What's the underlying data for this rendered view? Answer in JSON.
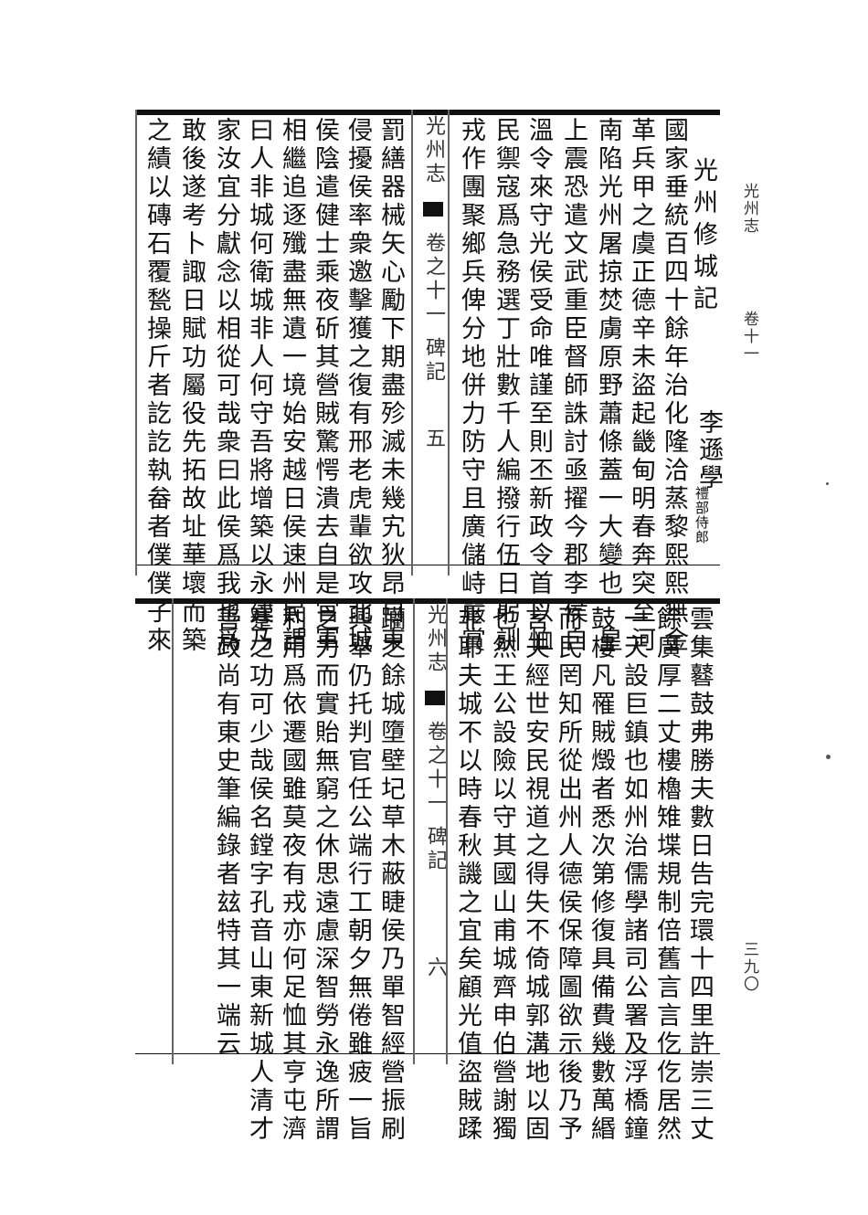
{
  "margin": {
    "book_title": "光州志",
    "volume": "卷十一",
    "page_number": "三九〇"
  },
  "top_half": {
    "title": "光州修城記",
    "author": "李遜學",
    "author_note": "禮部侍郎",
    "columns": [
      "國家垂統百四十餘年治化隆洽蒸黎熙熙無金",
      "革兵甲之虞正德辛未盜起畿甸明春奔突至河",
      "南陷光州屠掠焚虜原野蕭條蓋一大變也　皇",
      "上震恐遣文武重臣督師誅討亟擢今郡李侯自",
      "溫令來守光侯受命唯謹至則丕新政令首以恤",
      "民禦寇爲急務選丁壯數千人編撥行伍日躬訓",
      "戎作團聚鄉兵俾分地併力防守且廣儲峙嚴賞"
    ],
    "center_band": {
      "book": "光州志",
      "juan": "卷之十一",
      "section": "碑記",
      "leaf": "五"
    },
    "columns_left": [
      "罰繕器械矢心勵下期盡殄滅未幾宄狄昂自東",
      "侵擾侯率衆邀擊獲之復有邢老虎輩欲攻北城",
      "侯陰遣健士乘夜斫其營賊驚愕潰去自是官軍",
      "相繼追逐殲盡無遺一境始安越日侯速州民謂",
      "曰人非城何衛城非人何守吾將增築以永建乃",
      "家汝宜分獻念以相從可哉衆曰此侯爲我也爲",
      "敢後遂考卜諏日賦功屬役先拓故址華壞而築",
      "之績以磚石覆甃操斤者訖訖執畚者僕僕子來"
    ]
  },
  "bottom_half": {
    "columns": [
      "雲集鼛鼓弗勝夫數日告完環十四里許崇三丈",
      "餘廣厚二丈樓櫓雉堞規制倍舊言言仡仡居然",
      "一天設巨鎮也如州治儒學諸司公署及浮橋鐘",
      "鼓樓凡罹賊燬者悉次第修復具備費幾數萬緡",
      "而民罔知所從出州人德侯保障圖欲示後乃予",
      "言夫經世安民視道之得失不倚城郭溝地以固",
      "也然王公設險以守其國山甫城齊申伯營謝獨",
      "非耶夫城不以時春秋譏之宜矣顧光值盜賊蹂"
    ],
    "center_band": {
      "book": "光州志",
      "juan": "卷之十一",
      "section": "碑記",
      "leaf": "六"
    },
    "columns_left": [
      "躪之餘城墮壁圮草木蔽睫侯乃單智經營振刷",
      "興舉仍托判官任公端行工朝夕無倦雖疲一旨",
      "之力而實貽無窮之休思遠慮深智勞永逸所謂",
      "利用爲依遷國雖莫夜有戎亦何足恤其亨屯濟",
      "蹇之功可少哉侯名鏜字孔音山東新城人清才",
      "善政尚有東史筆編錄者玆特其一端云"
    ]
  }
}
